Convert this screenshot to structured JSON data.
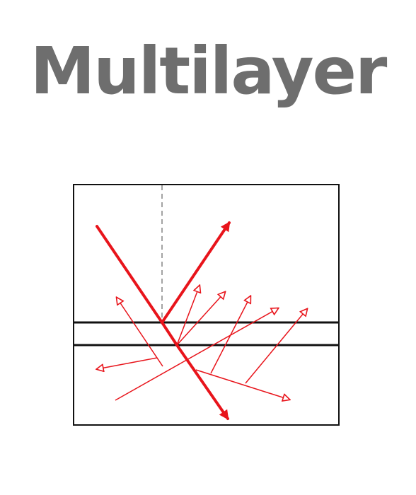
{
  "title": "Multilayer",
  "colors": {
    "title": "#6e6e6e",
    "ray": "#e8141b",
    "frame": "#111111",
    "normal": "#666666"
  },
  "icons": {
    "hollow_arrowhead": "hollow-triangle-arrowhead",
    "solid_arrowhead": "solid-triangle-arrowhead"
  }
}
